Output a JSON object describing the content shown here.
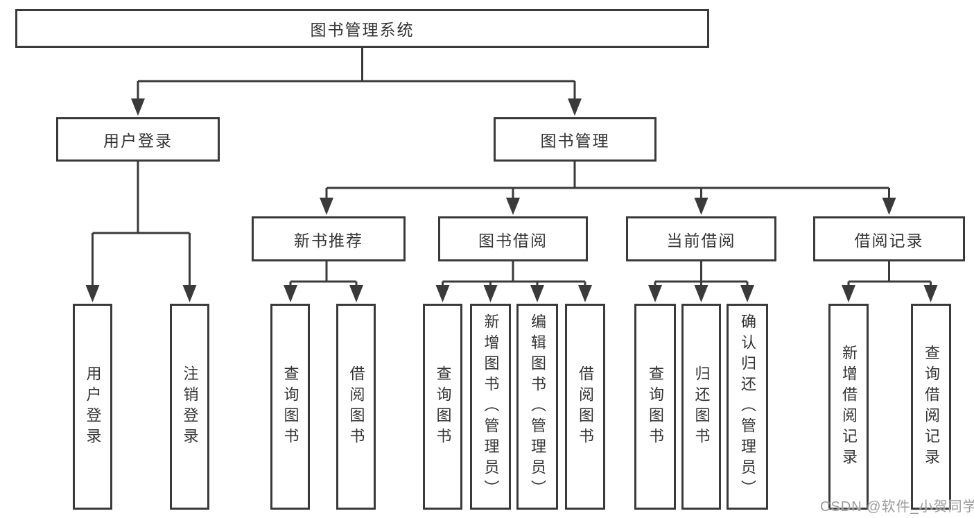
{
  "diagram": {
    "type": "hierarchy-chart",
    "colors": {
      "line": "#3a3a3a",
      "border": "#3a3a3a",
      "text": "#333333",
      "background": "#ffffff",
      "watermark": "#9b9b9b"
    },
    "watermark": "CSDN @软件_小贺同学"
  },
  "nodes": {
    "root": "图书管理系统",
    "user_login": "用户登录",
    "book_mgmt": "图书管理",
    "new_book_rec": "新书推荐",
    "book_borrow": "图书借阅",
    "current_borrow": "当前借阅",
    "borrow_records": "借阅记录",
    "leaf_user_login": "用户登录",
    "leaf_logout": "注销登录",
    "rec_query_book": "查询图书",
    "rec_borrow_book": "借阅图书",
    "bb_query_book": "查询图书",
    "bb_add_book": "新增图书（管理员）",
    "bb_edit_book": "编辑图书（管理员）",
    "bb_borrow_book": "借阅图书",
    "cb_query_book": "查询图书",
    "cb_return_book": "归还图书",
    "cb_confirm_return": "确认归还（管理员）",
    "br_add_record": "新增借阅记录",
    "br_query_record": "查询借阅记录"
  },
  "hierarchy": {
    "root": [
      "user_login",
      "book_mgmt"
    ],
    "user_login": [
      "leaf_user_login",
      "leaf_logout"
    ],
    "book_mgmt": [
      "new_book_rec",
      "book_borrow",
      "current_borrow",
      "borrow_records"
    ],
    "new_book_rec": [
      "rec_query_book",
      "rec_borrow_book"
    ],
    "book_borrow": [
      "bb_query_book",
      "bb_add_book",
      "bb_edit_book",
      "bb_borrow_book"
    ],
    "current_borrow": [
      "cb_query_book",
      "cb_return_book",
      "cb_confirm_return"
    ],
    "borrow_records": [
      "br_add_record",
      "br_query_record"
    ]
  }
}
